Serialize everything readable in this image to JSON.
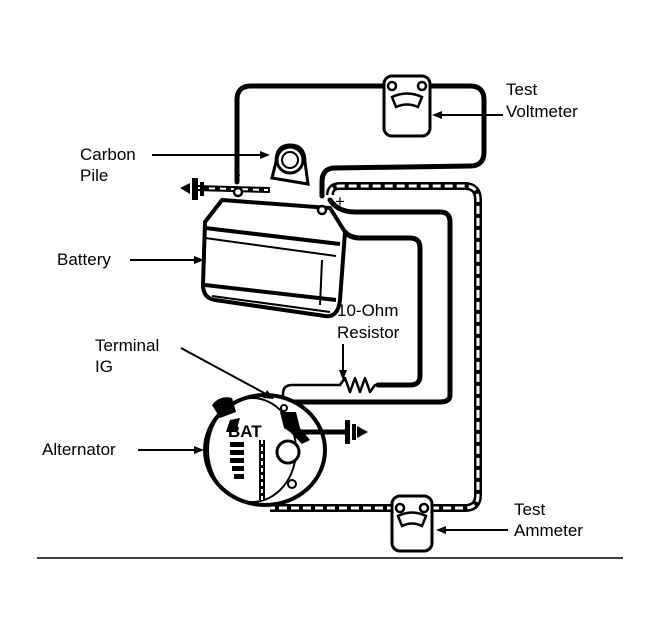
{
  "diagram": {
    "title": "Alternator charging system test hookup",
    "labels": {
      "carbon_pile": [
        "Carbon",
        "Pile"
      ],
      "battery": "Battery",
      "terminal_ig": [
        "Terminal",
        "IG"
      ],
      "alternator": "Alternator",
      "test_voltmeter": [
        "Test",
        "Voltmeter"
      ],
      "resistor": [
        "10-Ohm",
        "Resistor"
      ],
      "test_ammeter": [
        "Test",
        "Ammeter"
      ]
    },
    "markings": {
      "negative_terminal": "-",
      "positive_terminal": "+",
      "alternator_bat_text": "BAT"
    },
    "colors": {
      "ink": "#000000",
      "background": "#ffffff"
    }
  }
}
